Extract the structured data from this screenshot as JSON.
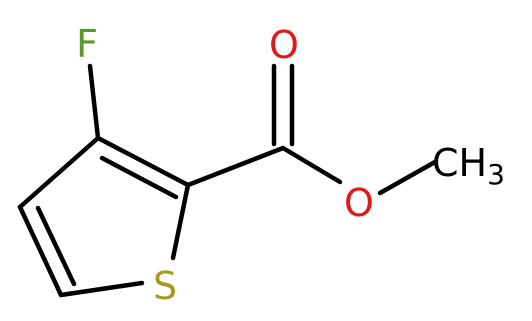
{
  "molecule": {
    "atoms": {
      "fluorine": {
        "label": "F",
        "color": "#5a9a2a"
      },
      "carbonyl_oxygen": {
        "label": "O",
        "color": "#e01a1a"
      },
      "ester_oxygen": {
        "label": "O",
        "color": "#e01a1a"
      },
      "sulfur": {
        "label": "S",
        "color": "#a89a20"
      },
      "methyl": {
        "label": "CH",
        "subscript": "3",
        "color": "#000000"
      }
    },
    "bond_color": "#000000"
  }
}
